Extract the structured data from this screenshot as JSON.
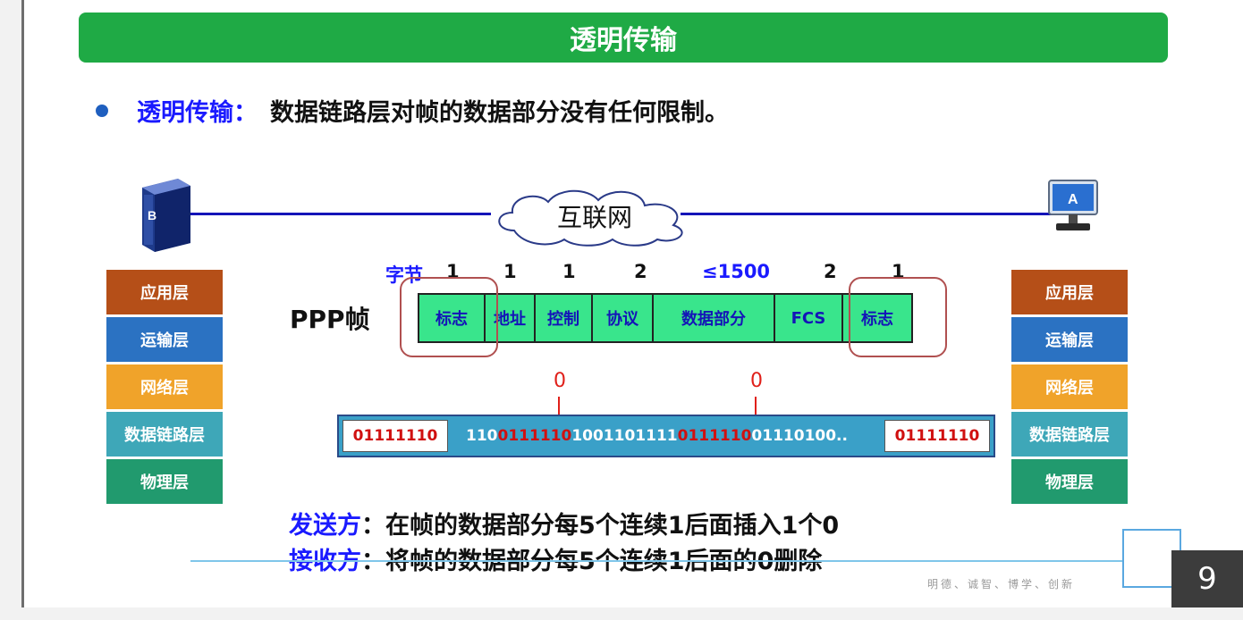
{
  "title": "透明传输",
  "bullet": {
    "keyword": "透明传输：",
    "definition": "数据链路层对帧的数据部分没有任何限制。"
  },
  "network": {
    "cloud_label": "互联网",
    "left_host": "B",
    "right_host": "A"
  },
  "layers": [
    "应用层",
    "运输层",
    "网络层",
    "数据链路层",
    "物理层"
  ],
  "frame": {
    "label": "PPP帧",
    "bytes_heading": "字节",
    "byte_counts": [
      "1",
      "1",
      "1",
      "2",
      "≤1500",
      "2",
      "1"
    ],
    "fields": [
      "标志",
      "地址",
      "控制",
      "协议",
      "数据部分",
      "FCS",
      "标志"
    ]
  },
  "stuffing": {
    "inserted_bit": "0",
    "flag": "01111110",
    "data_parts": [
      "110",
      "0111110",
      "1001101111",
      "0111110",
      "01110100.."
    ]
  },
  "notes": {
    "sender_key": "发送方",
    "sender_text": "：在帧的数据部分每5个连续1后面插入1个0",
    "receiver_key": "接收方",
    "receiver_text": "：将帧的数据部分每5个连续1后面的0删除"
  },
  "footer": {
    "motto": "明德、诚智、博学、创新",
    "page_number": "9"
  },
  "colors": {
    "title_bar": "#1faa45",
    "frame_field": "#39e58c",
    "keyword": "#1a1aff",
    "highlight": "#e0201a"
  }
}
